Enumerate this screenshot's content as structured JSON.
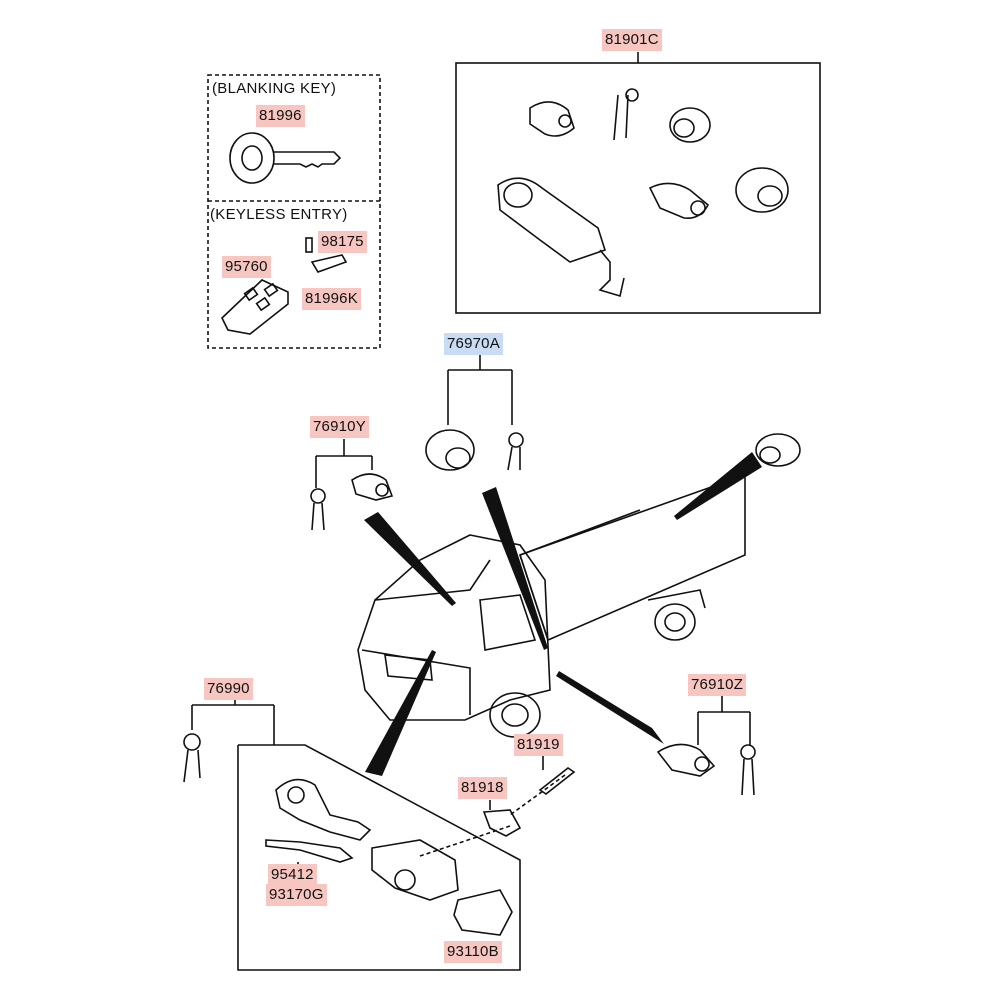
{
  "captions": {
    "blanking_key": "(BLANKING KEY)",
    "keyless_entry": "(KEYLESS ENTRY)"
  },
  "parts": {
    "p81901C": "81901C",
    "p81996": "81996",
    "p98175": "98175",
    "p95760": "95760",
    "p81996K": "81996K",
    "p76970A": "76970A",
    "p76910Y": "76910Y",
    "p76990": "76990",
    "p76910Z": "76910Z",
    "p81919": "81919",
    "p81918": "81918",
    "p95412": "95412",
    "p93170G": "93170G",
    "p93110B": "93110B"
  },
  "colors": {
    "red_label": "#f7c6c0",
    "blue_label": "#c9dcf3",
    "line": "#111111"
  }
}
